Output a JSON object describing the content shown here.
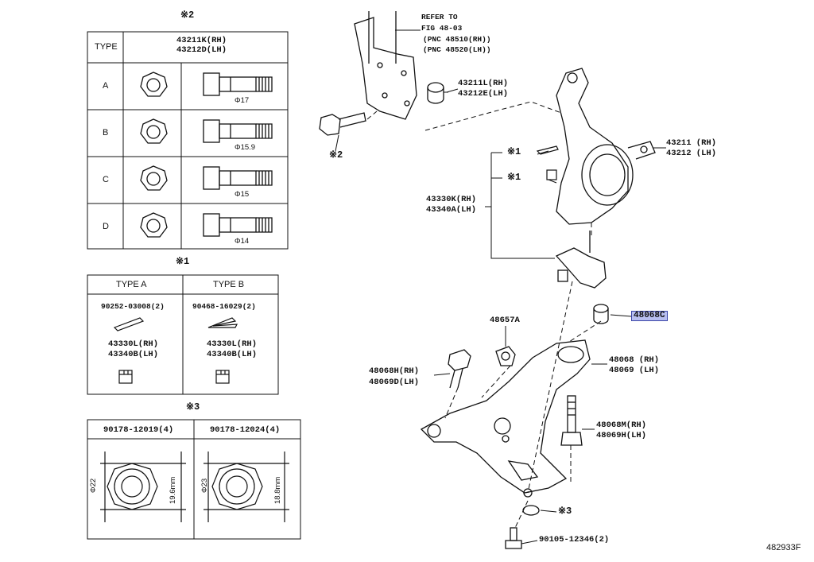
{
  "diagram_id": "482933F",
  "table_bolt": {
    "mark": "※2",
    "type_header": "TYPE",
    "part_rh": "43211K(RH)",
    "part_lh": "43212D(LH)",
    "rows": [
      {
        "type": "A",
        "dim": "Φ17"
      },
      {
        "type": "B",
        "dim": "Φ15.9"
      },
      {
        "type": "C",
        "dim": "Φ15"
      },
      {
        "type": "D",
        "dim": "Φ14"
      }
    ]
  },
  "table_clip": {
    "mark": "※1",
    "type_a": "TYPE A",
    "type_b": "TYPE B",
    "a_pin": "90252-03008(2)",
    "b_pin": "90468-16029(2)",
    "a_nut_rh": "43330L(RH)",
    "a_nut_lh": "43340B(LH)",
    "b_nut_rh": "43330L(RH)",
    "b_nut_lh": "43340B(LH)"
  },
  "table_nut": {
    "mark": "※3",
    "left_part": "90178-12019(4)",
    "right_part": "90178-12024(4)",
    "left_dia": "Φ22",
    "left_h": "19.6mm",
    "right_dia": "Φ23",
    "right_h": "18.8mm"
  },
  "callouts": {
    "refer_1": "REFER TO",
    "refer_2": "FIG 48-03",
    "refer_3": "(PNC 48510(RH))",
    "refer_4": "(PNC 48520(LH))",
    "p43211l": "43211L(RH)",
    "p43212e": "43212E(LH)",
    "p43211": "43211 (RH)",
    "p43212": "43212 (LH)",
    "mark2_bolt": "※2",
    "mark1_a": "※1",
    "mark1_b": "※1",
    "p43330k": "43330K(RH)",
    "p43340a": "43340A(LH)",
    "p48068c": "48068C",
    "p48657a": "48657A",
    "p48068": "48068 (RH)",
    "p48069": "48069 (LH)",
    "p48068h": "48068H(RH)",
    "p48069d": "48069D(LH)",
    "p48068m": "48068M(RH)",
    "p48069h": "48069H(LH)",
    "mark3": "※3",
    "p90105": "90105-12346(2)"
  }
}
